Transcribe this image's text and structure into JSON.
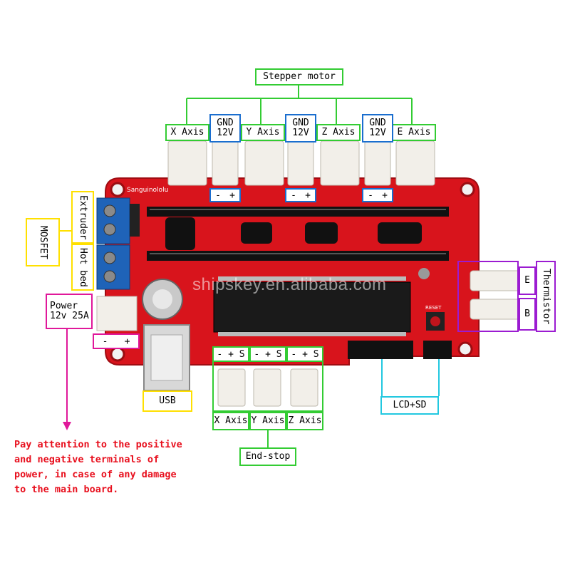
{
  "labels": {
    "stepper_motor": "Stepper motor",
    "x_axis": "X Axis",
    "y_axis": "Y Axis",
    "z_axis": "Z Axis",
    "e_axis": "E Axis",
    "gnd": "GND",
    "v12": "12V",
    "minus": "-",
    "plus": "+",
    "mosfet": "MOSFET",
    "extruder": "Extruder",
    "hot_bed": "Hot bed",
    "power_line1": "Power",
    "power_line2": "12v 25A",
    "usb": "USB",
    "thermistor": "Thermistor",
    "therm_e": "E",
    "therm_b": "B",
    "endstop_pins": "- + S",
    "endstop": "End-stop",
    "lcd_sd": "LCD+SD"
  },
  "board": {
    "watermark": "shipskey.en.alibaba.com",
    "silkscreen_name": "Sanguinololu",
    "reset": "RESET"
  },
  "note": [
    "Pay attention to the positive",
    "and negative terminals of",
    "power, in case of any damage",
    "to the main board."
  ],
  "colors": {
    "board": "#d8141c",
    "stepper_lines": "#33cc33",
    "gnd_12v": "#1a6ecf",
    "mosfet": "#ffe000",
    "power": "#e0189a",
    "thermistor": "#9b1bd1",
    "lcd_sd": "#22c8e0",
    "warning_text": "#e8101e"
  }
}
